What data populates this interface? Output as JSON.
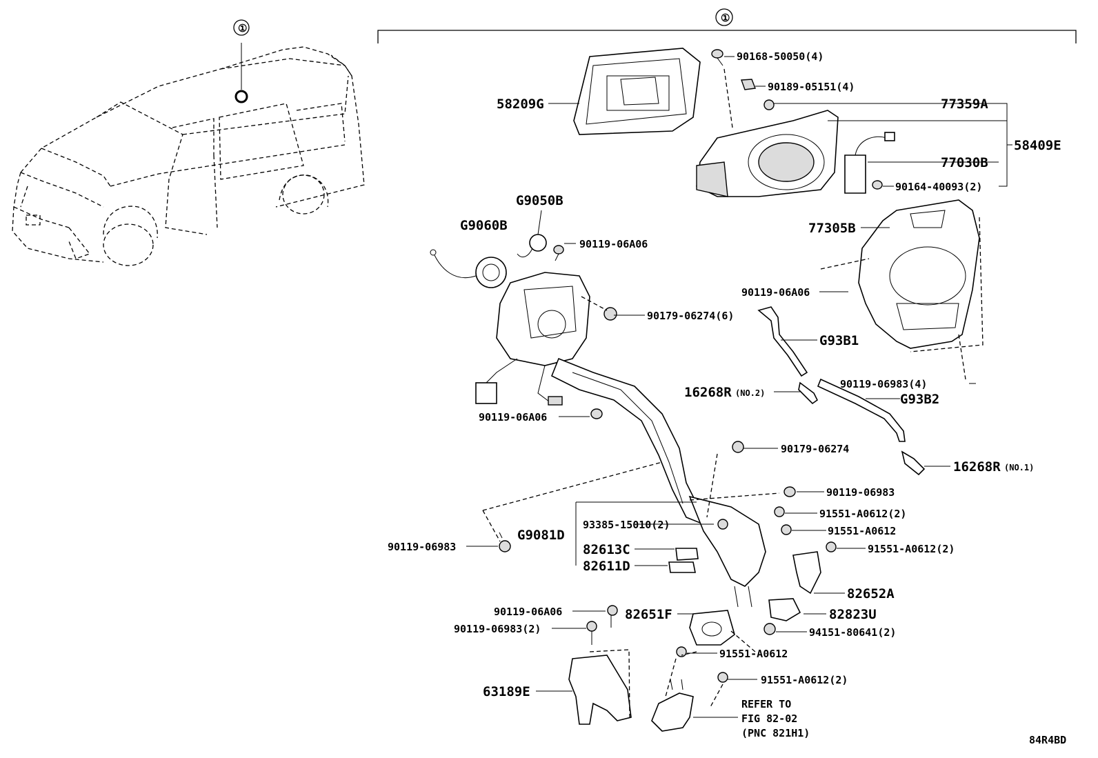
{
  "callout_number": "①",
  "diagram_code": "84R4BD",
  "labels": {
    "p58209G": "58209G",
    "p90168": "90168-50050(4)",
    "p90189": "90189-05151(4)",
    "p77359A": "77359A",
    "p58409E": "58409E",
    "p77030B": "77030B",
    "p90164": "90164-40093(2)",
    "pG9050B": "G9050B",
    "pG9060B": "G9060B",
    "p90119_06A06_a": "90119-06A06",
    "p77305B": "77305B",
    "p90119_06A06_b": "90119-06A06",
    "p90179_6": "90179-06274(6)",
    "pG93B1": "G93B1",
    "p16268R_2": "16268R",
    "p16268R_2_note": "(NO.2)",
    "p90119_06983_4": "90119-06983(4)",
    "pG93B2": "G93B2",
    "p90119_06A06_c": "90119-06A06",
    "p90179": "90179-06274",
    "p16268R_1": "16268R",
    "p16268R_1_note": "(NO.1)",
    "p90119_06983_a": "90119-06983",
    "p91551_2a": "91551-A0612(2)",
    "p93385": "93385-15010(2)",
    "p91551_a": "91551-A0612",
    "pG9081D": "G9081D",
    "p90119_06983_b": "90119-06983",
    "p91551_2b": "91551-A0612(2)",
    "p82613C": "82613C",
    "p82611D": "82611D",
    "p82652A": "82652A",
    "p90119_06A06_d": "90119-06A06",
    "p82651F": "82651F",
    "p82823U": "82823U",
    "p90119_06983_2": "90119-06983(2)",
    "p94151": "94151-80641(2)",
    "p91551_b": "91551-A0612",
    "p63189E": "63189E",
    "p91551_2c": "91551-A0612(2)",
    "refer_1": "REFER TO",
    "refer_2": "FIG 82-02",
    "refer_3": "(PNC 821H1)"
  }
}
